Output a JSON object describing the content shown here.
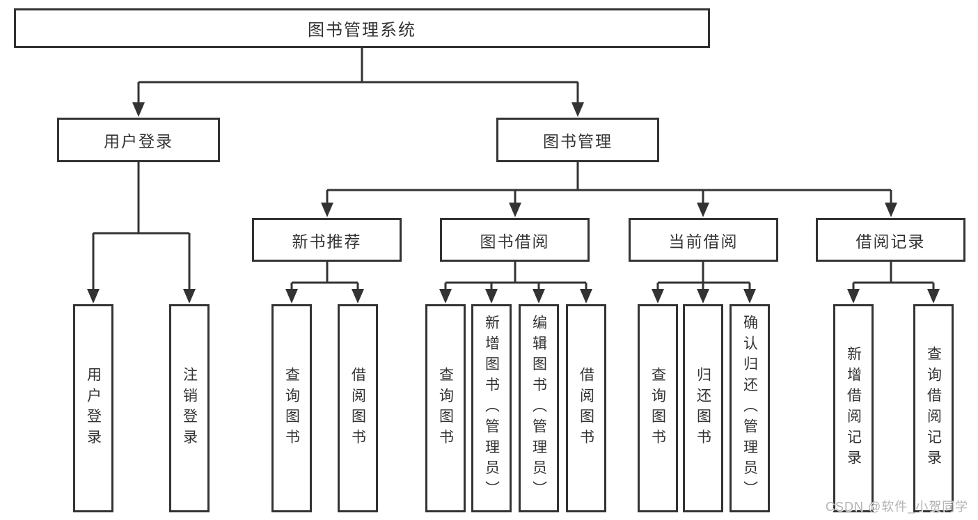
{
  "diagram": {
    "root": {
      "label": "图书管理系统"
    },
    "level2": [
      {
        "label": "用户登录"
      },
      {
        "label": "图书管理"
      }
    ],
    "level3": [
      {
        "label": "新书推荐",
        "parent": "图书管理"
      },
      {
        "label": "图书借阅",
        "parent": "图书管理"
      },
      {
        "label": "当前借阅",
        "parent": "图书管理"
      },
      {
        "label": "借阅记录",
        "parent": "图书管理"
      }
    ],
    "leaves": [
      {
        "label": "用户登录",
        "parent": "用户登录"
      },
      {
        "label": "注销登录",
        "parent": "用户登录"
      },
      {
        "label": "查询图书",
        "parent": "新书推荐"
      },
      {
        "label": "借阅图书",
        "parent": "新书推荐"
      },
      {
        "label": "查询图书",
        "parent": "图书借阅"
      },
      {
        "label": "新增图书（管理员）",
        "parent": "图书借阅"
      },
      {
        "label": "编辑图书（管理员）",
        "parent": "图书借阅"
      },
      {
        "label": "借阅图书",
        "parent": "图书借阅"
      },
      {
        "label": "查询图书",
        "parent": "当前借阅"
      },
      {
        "label": "归还图书",
        "parent": "当前借阅"
      },
      {
        "label": "确认归还（管理员）",
        "parent": "当前借阅"
      },
      {
        "label": "新增借阅记录",
        "parent": "借阅记录"
      },
      {
        "label": "查询借阅记录",
        "parent": "借阅记录"
      }
    ]
  },
  "watermark": {
    "text": "CSDN @软件_小贺同学"
  },
  "colors": {
    "line": "#333333",
    "box_border": "#333333",
    "text": "#333333",
    "watermark": "#b3b3b3",
    "background": "#ffffff"
  }
}
